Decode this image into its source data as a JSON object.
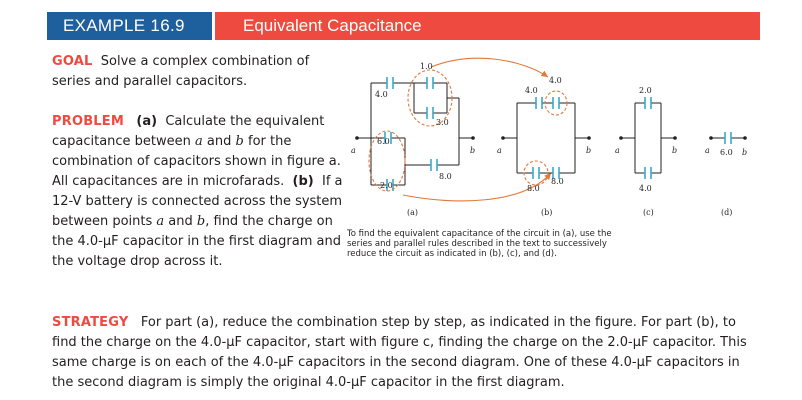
{
  "header": {
    "example_label": "EXAMPLE 16.9",
    "title": "Equivalent Capacitance"
  },
  "goal": {
    "label": "GOAL",
    "text": "Solve a complex combination of series and parallel capacitors."
  },
  "problem": {
    "label": "PROBLEM",
    "part_a_tag": "(a)",
    "part_a_1": "Calculate the equivalent capacitance between ",
    "a": "a",
    "and": " and ",
    "b": "b",
    "part_a_2": " for the combination of capacitors shown in figure a. All capacitances are in microfarads.",
    "part_b_tag": "(b)",
    "part_b_1": "If a 12-V battery is connected across the system between points ",
    "part_b_2": ", find the charge on the 4.0-μF capacitor in the first diagram and the voltage drop across it."
  },
  "figure": {
    "a": {
      "c_top": "1.0",
      "c_left": "4.0",
      "c_mid": "3.0",
      "c_6": "6.0",
      "c_8": "8.0",
      "c_2": "2.0",
      "term_a": "a",
      "term_b": "b",
      "label": "(a)"
    },
    "b": {
      "c_left": "4.0",
      "c_right": "4.0",
      "c_bl": "8.0",
      "c_br": "8.0",
      "term_a": "a",
      "term_b": "b",
      "label": "(b)"
    },
    "c": {
      "c_top": "2.0",
      "c_bot": "4.0",
      "term_a": "a",
      "term_b": "b",
      "label": "(c)"
    },
    "d": {
      "c": "6.0",
      "term_a": "a",
      "term_b": "b",
      "label": "(d)"
    },
    "caption": "To find the equivalent capacitance of the circuit in (a), use the series and parallel rules described in the text to successively reduce the circuit as indicated in (b), (c), and (d)."
  },
  "strategy": {
    "label": "STRATEGY",
    "text": "For part (a), reduce the combination step by step, as indicated in the figure. For part (b), to find the charge on the 4.0-μF capacitor, start with figure c, finding the charge on the 2.0-μF capacitor. This same charge is on each of the 4.0-μF capacitors in the second diagram. One of these 4.0-μF capacitors in the second diagram is simply the original 4.0-μF capacitor in the first diagram."
  },
  "colors": {
    "header_blue": "#1e5f9e",
    "header_red": "#ef4a3f",
    "capacitor_blue": "#39a9c9",
    "highlight_orange": "#e0793b"
  }
}
